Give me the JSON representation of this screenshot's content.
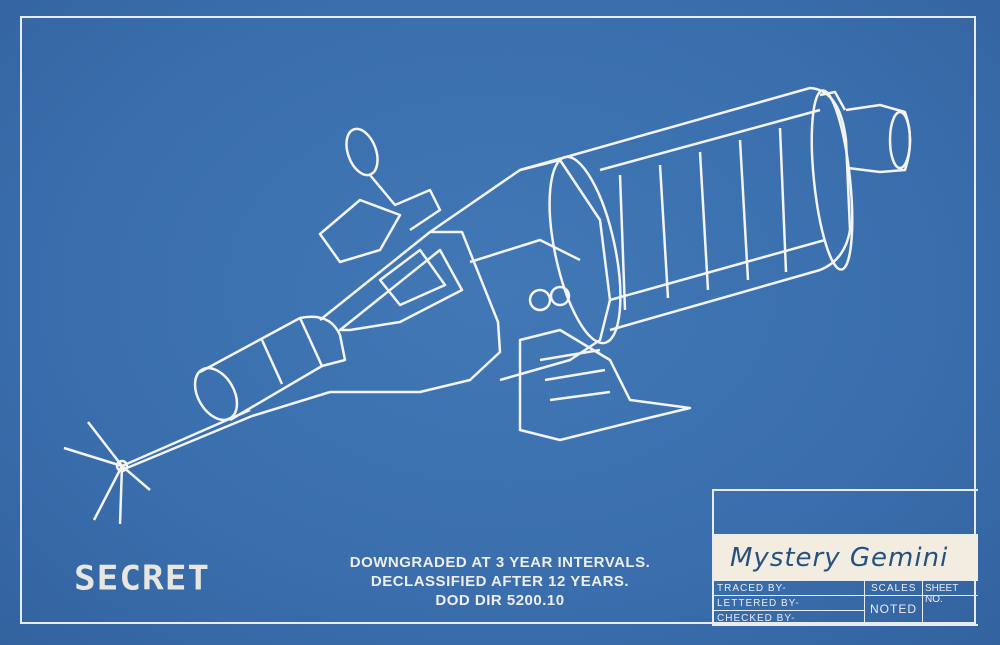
{
  "stamps": {
    "secret": "SECRET",
    "downgrade_lines": [
      "DOWNGRADED AT 3 YEAR INTERVALS.",
      "DECLASSIFIED AFTER 12 YEARS.",
      "DOD DIR 5200.10"
    ]
  },
  "title_block": {
    "title": "Mystery Gemini",
    "traced_by": "TRACED BY-",
    "lettered_by": "LETTERED BY-",
    "checked_by": "CHECKED BY-",
    "scales_label": "SCALES",
    "scales_value": "NOTED",
    "sheet_no_label": "SHEET NO."
  },
  "colors": {
    "paper": "#3b70ae",
    "lines": "#e9ecef",
    "title_band": "#f2ede0",
    "title_ink": "#25507f"
  }
}
